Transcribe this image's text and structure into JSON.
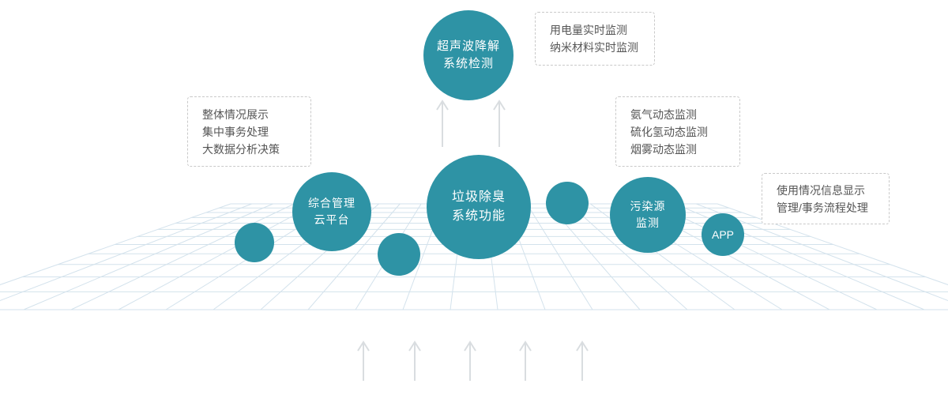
{
  "meta": {
    "title": "垃圾除臭系统功能结构图"
  },
  "nodes": {
    "center": {
      "lines": [
        "垃圾除臭",
        "系统功能"
      ]
    },
    "top": {
      "lines": [
        "超声波降解",
        "系统检测"
      ]
    },
    "left": {
      "lines": [
        "综合管理",
        "云平台"
      ]
    },
    "right": {
      "lines": [
        "污染源",
        "监测"
      ]
    },
    "app": {
      "label": "APP"
    }
  },
  "callouts": {
    "top_right": {
      "lines": [
        "用电量实时监测",
        "纳米材料实时监测"
      ]
    },
    "left": {
      "lines": [
        "整体情况展示",
        "集中事务处理",
        "大数据分析决策"
      ]
    },
    "right": {
      "lines": [
        "氨气动态监测",
        "硫化氢动态监测",
        "烟雾动态监测"
      ]
    },
    "far_right": {
      "lines": [
        "使用情况信息显示",
        "管理/事务流程处理"
      ]
    }
  },
  "colors": {
    "circle": "#2e93a5",
    "grid": "#d3e2ec",
    "arrow": "#d9dde0",
    "box_border": "#c9c9c9",
    "box_text": "#555555"
  }
}
